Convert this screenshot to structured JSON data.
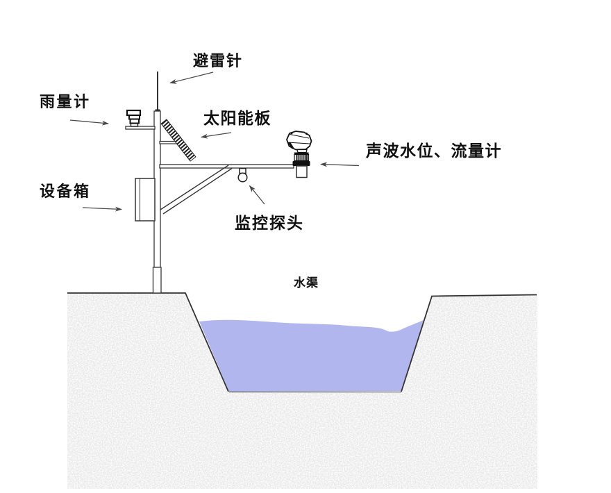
{
  "page": {
    "background": "#ffffff"
  },
  "labels": {
    "lightning_rod": "避雷针",
    "rain_gauge": "雨量计",
    "solar_panel": "太阳能板",
    "sonic_level_flow_meter": "声波水位、流量计",
    "equipment_box": "设备箱",
    "monitor_camera": "监控探头",
    "water_channel": "水渠"
  },
  "colors": {
    "water": "#b2b6ee",
    "outline": "#333333",
    "arrow": "#4a4a4a",
    "ground_speckle": "#e9e9ea"
  }
}
